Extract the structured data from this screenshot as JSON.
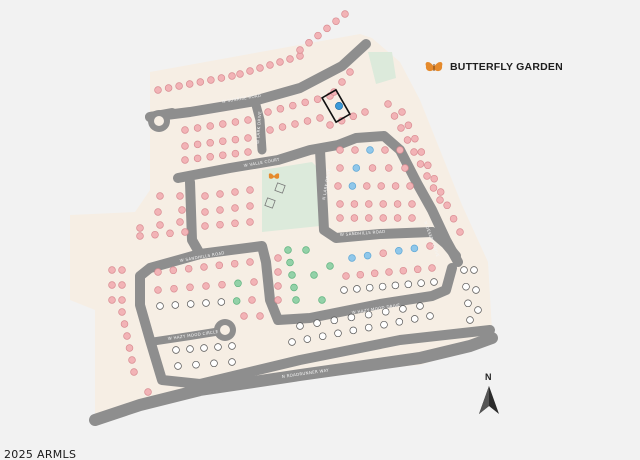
{
  "map": {
    "legend": {
      "label": "BUTTERFLY GARDEN",
      "icon": "butterfly-icon",
      "icon_color": "#e58a2c"
    },
    "copyright": "2025 ARMLS",
    "north": {
      "label": "N",
      "icon": "north-arrow-icon"
    },
    "road_labels": [
      "W SUNRISE ROAD",
      "W LARK DRIVE",
      "W VALLE COURT",
      "W SANDHILLS ROAD",
      "W HAZY MOOD CIRCLE",
      "W HAZY MOOD DRIVE",
      "W SANDHILLS ROAD",
      "N ROADRUNNER WAY",
      "N LARK DRIVE",
      "N DESERT DRIVE"
    ],
    "colors": {
      "available_lot": "#f2b3b6",
      "lot_outline": "#d98c92",
      "quick_move_in_lot": "#8fc7ea",
      "model_lot": "#93d1a8",
      "future_lot": "#ffffff",
      "road": "#8e8e8e",
      "ground": "#f6eee4",
      "park": "#dceadb",
      "highlight_border": "#111111"
    },
    "highlighted_lot": "selected"
  }
}
